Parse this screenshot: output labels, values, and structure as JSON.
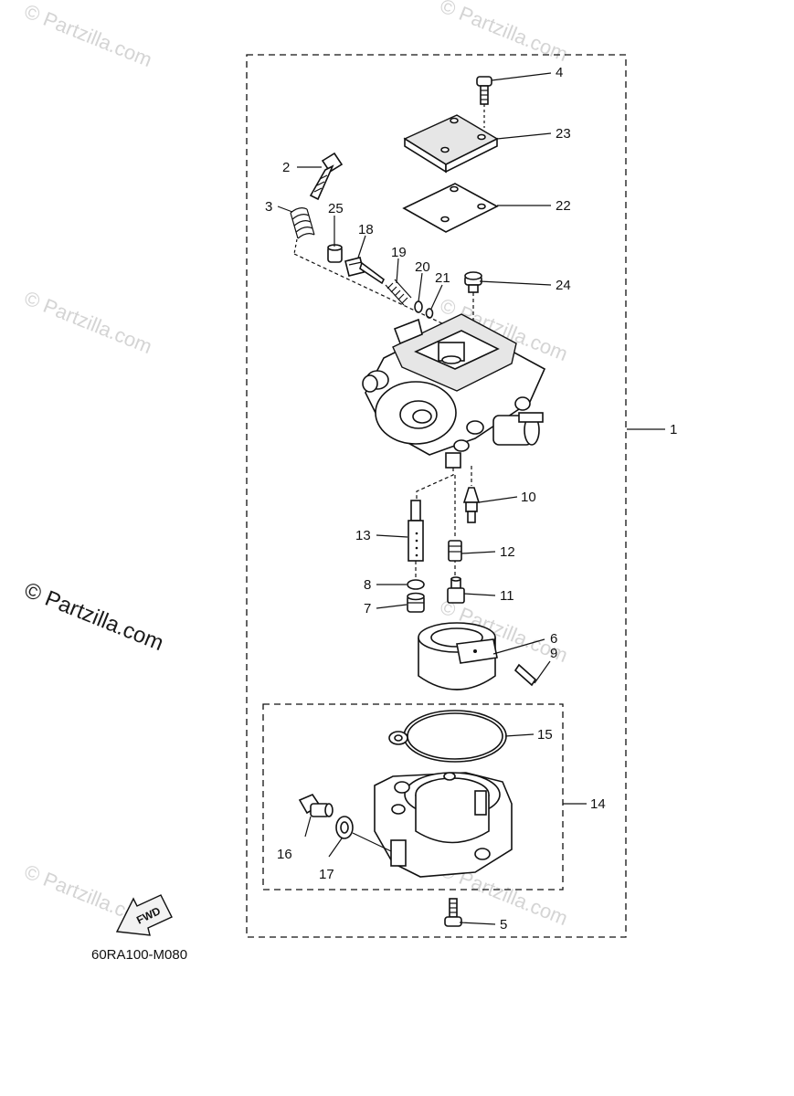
{
  "callouts": {
    "c1": "1",
    "c2": "2",
    "c3": "3",
    "c4": "4",
    "c5": "5",
    "c6": "6",
    "c7": "7",
    "c8": "8",
    "c9": "9",
    "c10": "10",
    "c11": "11",
    "c12": "12",
    "c13": "13",
    "c14": "14",
    "c15": "15",
    "c16": "16",
    "c17": "17",
    "c18": "18",
    "c19": "19",
    "c20": "20",
    "c21": "21",
    "c22": "22",
    "c23": "23",
    "c24": "24",
    "c25": "25"
  },
  "diagram_code": "60RA100-M080",
  "fwd_label": "FWD",
  "watermark_text": "© Partzilla.com"
}
